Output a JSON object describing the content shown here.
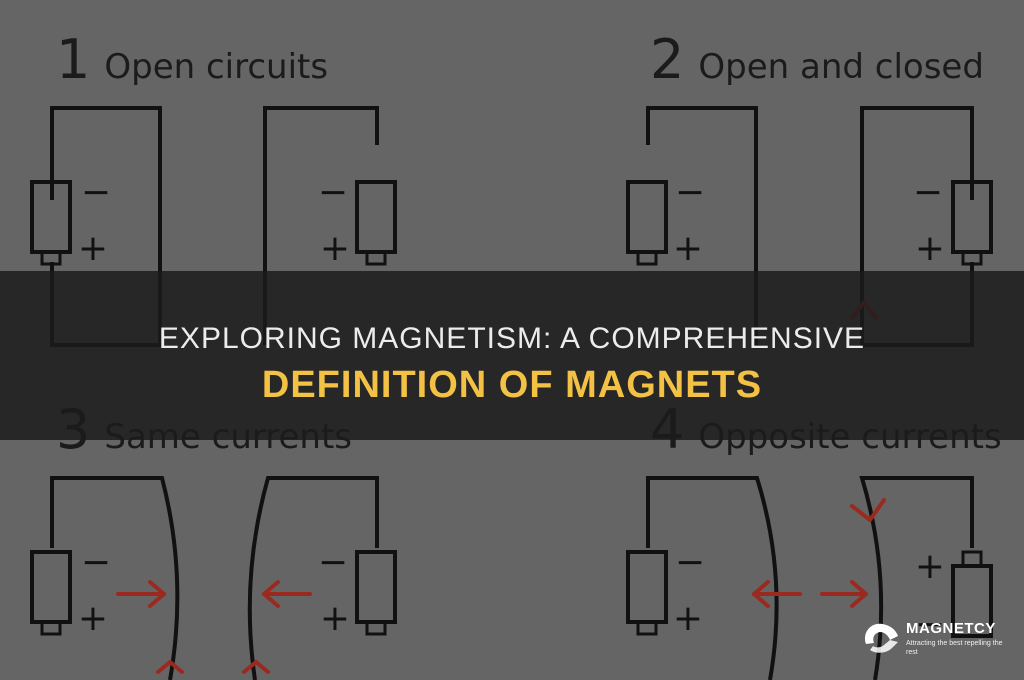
{
  "sections": [
    {
      "number": "1",
      "title": "Open circuits"
    },
    {
      "number": "2",
      "title": "Open and closed"
    },
    {
      "number": "3",
      "title": "Same currents"
    },
    {
      "number": "4",
      "title": "Opposite currents"
    }
  ],
  "battery_signs": {
    "minus": "−",
    "plus": "+"
  },
  "headline": {
    "line1": "EXPLORING MAGNETISM: A COMPREHENSIVE",
    "line2": "DEFINITION OF MAGNETS"
  },
  "brand": {
    "name": "MAGNETCY",
    "tagline": "Attracting the best repelling the rest"
  },
  "colors": {
    "background": "#656565",
    "wire": "#111111",
    "arrow": "#9a2a1f",
    "headline_accent": "#f3c245",
    "banner": "#1c1c1c"
  }
}
